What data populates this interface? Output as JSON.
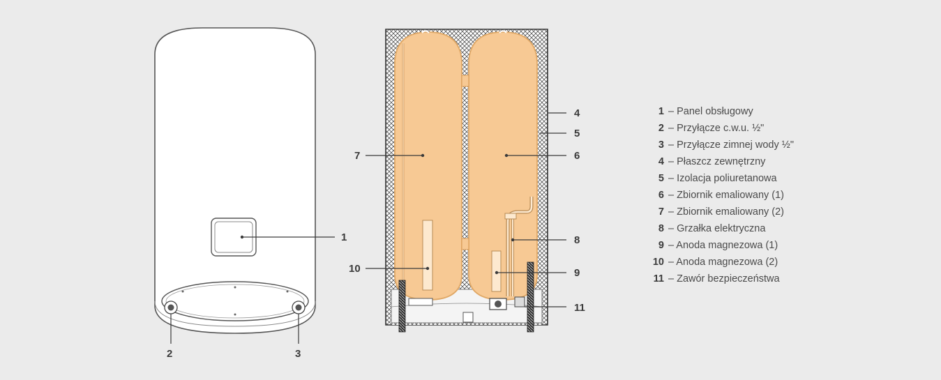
{
  "diagram": {
    "palette": {
      "background": "#ebebeb",
      "tank_fill": "#f7c994",
      "tank_outline": "#e0a866",
      "casing": "#ffffff",
      "line": "#3b3b3b"
    },
    "callouts": {
      "c1": "1",
      "c2": "2",
      "c3": "3",
      "c4": "4",
      "c5": "5",
      "c6": "6",
      "c7": "7",
      "c8": "8",
      "c9": "9",
      "c10": "10",
      "c11": "11"
    }
  },
  "legend": [
    {
      "num": "1",
      "text": "– Panel obsługowy"
    },
    {
      "num": "2",
      "text": "– Przyłącze c.w.u. ½\""
    },
    {
      "num": "3",
      "text": "– Przyłącze zimnej wody ½\""
    },
    {
      "num": "4",
      "text": "– Płaszcz zewnętrzny"
    },
    {
      "num": "5",
      "text": "– Izolacja poliuretanowa"
    },
    {
      "num": "6",
      "text": "– Zbiornik emaliowany (1)"
    },
    {
      "num": "7",
      "text": "– Zbiornik emaliowany (2)"
    },
    {
      "num": "8",
      "text": "– Grzałka elektryczna"
    },
    {
      "num": "9",
      "text": "– Anoda magnezowa (1)"
    },
    {
      "num": "10",
      "text": "– Anoda magnezowa (2)"
    },
    {
      "num": "11",
      "text": "– Zawór bezpieczeństwa"
    }
  ]
}
